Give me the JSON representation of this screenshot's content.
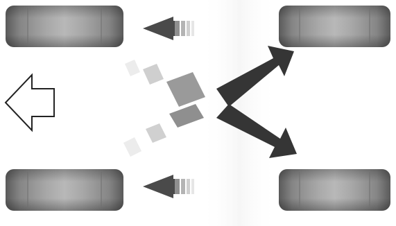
{
  "diagram": {
    "wheels": [
      {
        "position": "front-left"
      },
      {
        "position": "front-right"
      },
      {
        "position": "rear-left"
      },
      {
        "position": "rear-right"
      }
    ],
    "direction_arrow": {
      "points": "left",
      "style": "outline"
    },
    "colors": {
      "background": "#ffffff",
      "tire_dark": "#6b6b6b",
      "tire_mid": "#9a9a9a",
      "tire_light": "#bdbdbd",
      "arrow_dark": "#3a3a3a",
      "arrow_fade_light": "#e2e2e2",
      "outline_arrow": "#222222"
    }
  }
}
